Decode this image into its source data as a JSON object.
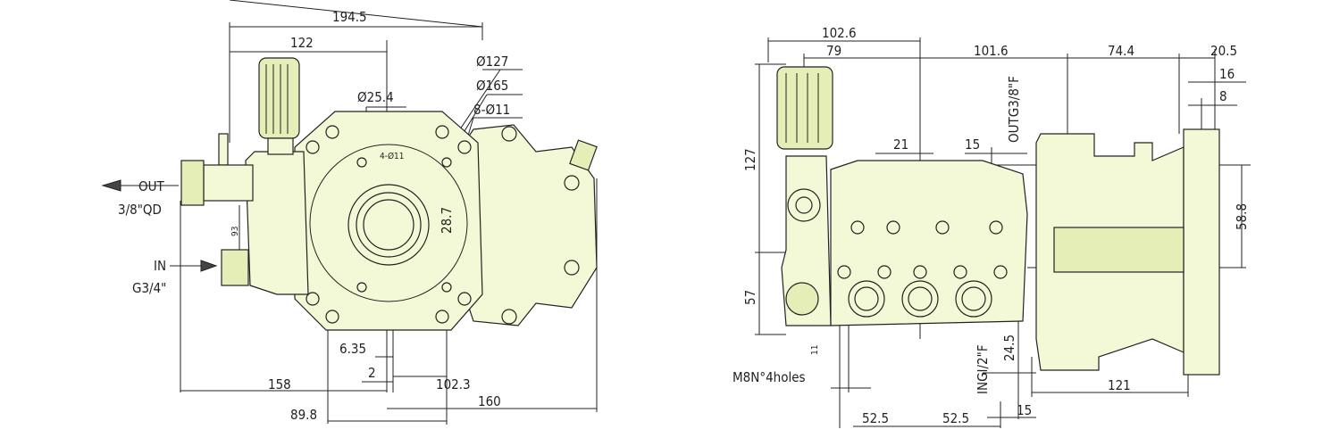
{
  "front_view": {
    "dims": {
      "d194_5": "194.5",
      "d122": "122",
      "dia127": "Ø127",
      "dia165": "Ø165",
      "holes8": "8-Ø11",
      "dia25_4": "Ø25.4",
      "holes4": "4-Ø11",
      "d28_7": "28.7",
      "d93": "93",
      "d6_35": "6.35",
      "d2": "2",
      "d102_3": "102.3",
      "d158": "158",
      "d160": "160",
      "d89_8": "89.8"
    },
    "ports": {
      "out_label": "OUT",
      "out_spec": "3/8\"QD",
      "in_label": "IN",
      "in_spec": "G3/4\""
    }
  },
  "side_view": {
    "dims": {
      "d102_6": "102.6",
      "d79": "79",
      "d101_6": "101.6",
      "d74_4": "74.4",
      "d20_5": "20.5",
      "d16": "16",
      "d8": "8",
      "d127": "127",
      "d57": "57",
      "d21": "21",
      "d15a": "15",
      "out_spec": "OUTG3/8\"F",
      "d58_8": "58.8",
      "d11": "11",
      "in_spec": "INGI/2\"F",
      "d24_5": "24.5",
      "mount": "M8N°4holes",
      "d121": "121",
      "d52_5a": "52.5",
      "d52_5b": "52.5",
      "d15b": "15"
    }
  },
  "colors": {
    "body": "#f3f9d6",
    "line": "#222222"
  }
}
